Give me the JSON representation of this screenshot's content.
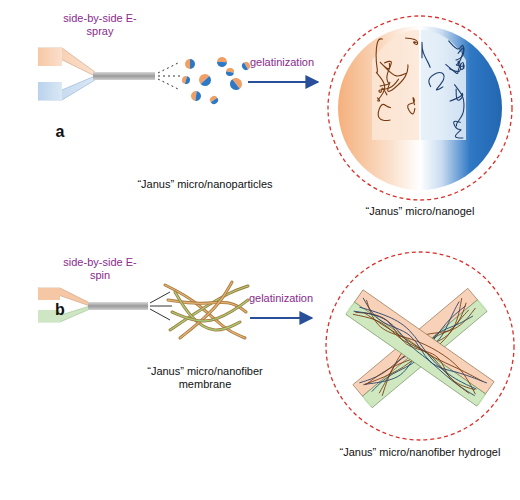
{
  "diagram": {
    "labels": [
      "side-by-side E-spray",
      "gelatinization",
      "a",
      "“Janus” micro/nanoparticles",
      "“Janus” micro/nanogel",
      "side-by-side E-spin",
      "b",
      "gelatinization",
      "“Janus” micro/nanofiber membrane",
      "“Janus” micro/nanofiber hydrogel"
    ]
  }
}
